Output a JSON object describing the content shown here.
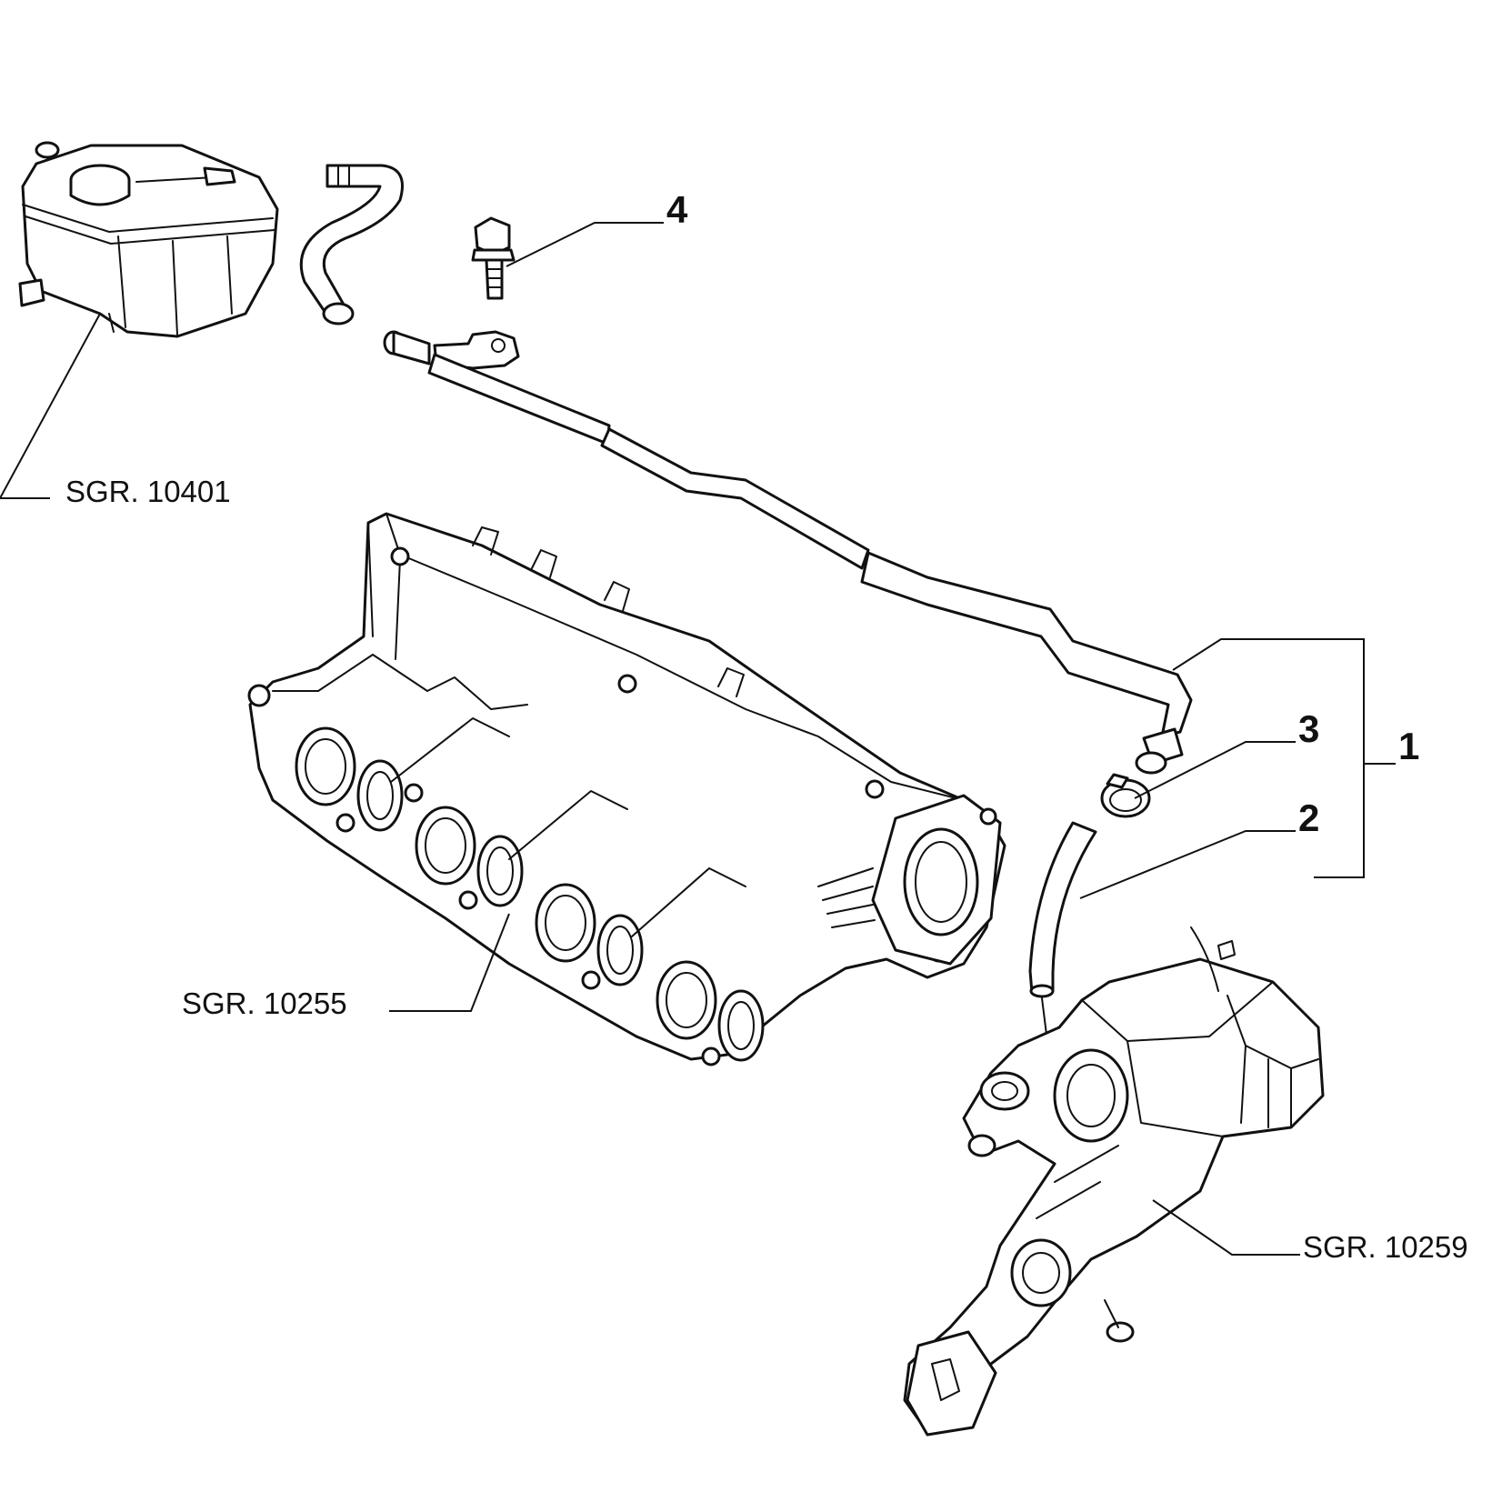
{
  "callouts": {
    "part_1": "1",
    "part_2": "2",
    "part_3": "3",
    "part_4": "4"
  },
  "references": {
    "expansion_tank": "SGR. 10401",
    "intake_manifold": "SGR. 10255",
    "egr_unit": "SGR. 10259"
  }
}
